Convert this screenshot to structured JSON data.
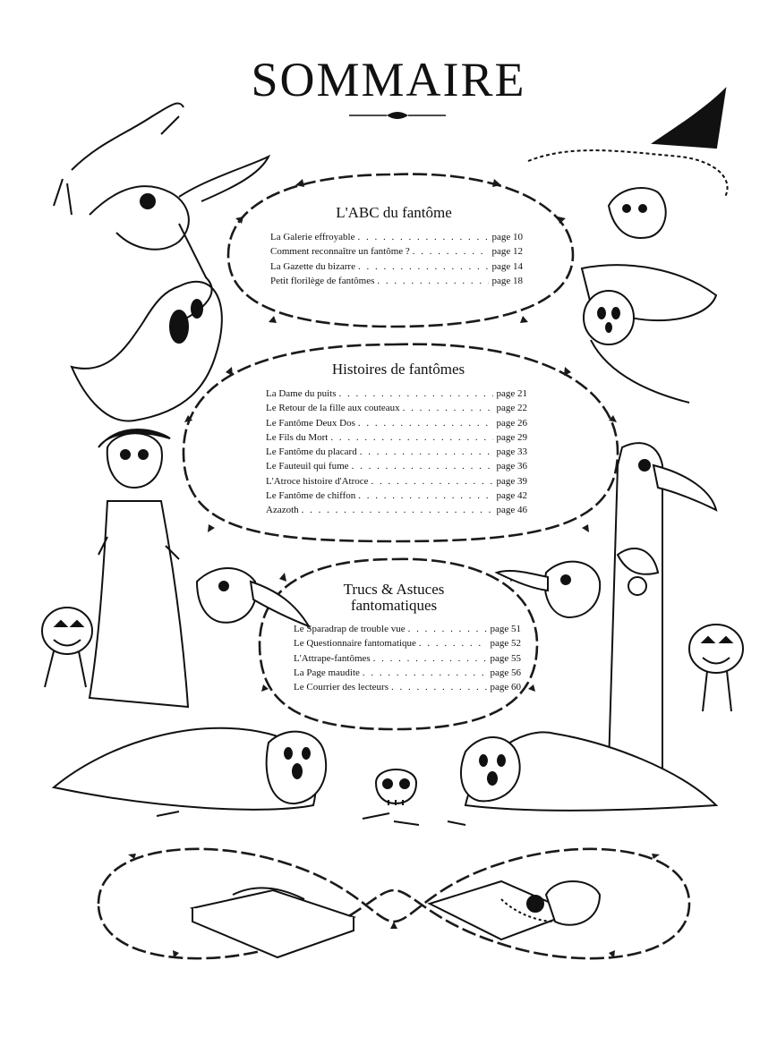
{
  "page": {
    "title": "SOMMAIRE"
  },
  "sections": [
    {
      "heading": "L'ABC du fantôme",
      "entries": [
        {
          "label": "La Galerie effroyable",
          "page": "page 10"
        },
        {
          "label": "Comment reconnaître un fantôme ?",
          "page": "page 12"
        },
        {
          "label": "La Gazette du bizarre",
          "page": "page 14"
        },
        {
          "label": "Petit florilège de fantômes",
          "page": "page 18"
        }
      ]
    },
    {
      "heading": "Histoires de fantômes",
      "entries": [
        {
          "label": "La Dame du puits",
          "page": "page 21"
        },
        {
          "label": "Le Retour de la fille aux couteaux",
          "page": "page 22"
        },
        {
          "label": "Le Fantôme Deux Dos",
          "page": "page 26"
        },
        {
          "label": "Le Fils du Mort",
          "page": "page 29"
        },
        {
          "label": "Le Fantôme du placard",
          "page": "page 33"
        },
        {
          "label": "Le Fauteuil qui fume",
          "page": "page 36"
        },
        {
          "label": "L'Atroce histoire d'Atroce",
          "page": "page 39"
        },
        {
          "label": "Le Fantôme de chiffon",
          "page": "page 42"
        },
        {
          "label": "Azazoth",
          "page": "page 46"
        }
      ]
    },
    {
      "heading_line1": "Trucs & Astuces",
      "heading_line2": "fantomatiques",
      "entries": [
        {
          "label": "Le Sparadrap de trouble vue",
          "page": "page 51"
        },
        {
          "label": "Le Questionnaire fantomatique",
          "page": "page 52"
        },
        {
          "label": "L'Attrape-fantômes",
          "page": "page 55"
        },
        {
          "label": "La Page maudite",
          "page": "page 56"
        },
        {
          "label": "Le Courrier des lecteurs",
          "page": "page 60"
        }
      ]
    }
  ],
  "illustration": {
    "icons": [
      "vine-border-icon",
      "ghost-icon",
      "witch-icon",
      "plague-bird-icon",
      "pumpkin-icon",
      "skull-icon",
      "book-icon",
      "cauldron-icon",
      "bone-icon"
    ]
  }
}
